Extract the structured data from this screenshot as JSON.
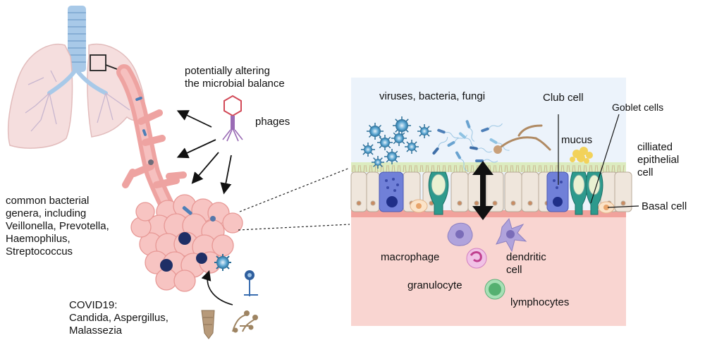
{
  "labels": {
    "microbial_balance": [
      "potentially altering",
      "the microbial balance"
    ],
    "phages": "phages",
    "bacterial_genera": [
      "common bacterial",
      "genera, including",
      "Veillonella, Prevotella,",
      "Haemophilus,",
      "Streptococcus"
    ],
    "covid_fungi": [
      "COVID19:",
      "Candida, Aspergillus,",
      "Malassezia"
    ],
    "microbes": "viruses, bacteria, fungi",
    "club_cell": "Club cell",
    "goblet_cells": "Goblet cells",
    "mucus": "mucus",
    "ciliated_cell": [
      "cilliated",
      "epithelial",
      "cell"
    ],
    "basal_cell": "Basal cell",
    "macrophage": "macrophage",
    "dendritic_cell": [
      "dendritic",
      "cell"
    ],
    "granulocyte": "granulocyte",
    "lymphocytes": "lymphocytes"
  },
  "colors": {
    "lung": "#f3d9d9",
    "airway": "#f0a0a0",
    "trachea": "#9ec3e6",
    "panel_sky": "#eaf2fb",
    "mucus_layer": "#d9ecb8",
    "tissue": "#f8d4d0",
    "basement": "#f29c95",
    "epithelium": "#ece3da",
    "club_cell": "#6e79d6",
    "goblet_cell": "#2e9c8f",
    "virus": "#3a88b5",
    "macrophage": "#b0a3dc",
    "granulocyte": "#e6a6da",
    "lymphocyte": "#8ed4a2"
  },
  "icons": [
    "lung-icon",
    "phage-icon",
    "virus-icon",
    "bacteria-icon",
    "fungus-icon",
    "yeast-icon",
    "double-arrow-icon"
  ]
}
